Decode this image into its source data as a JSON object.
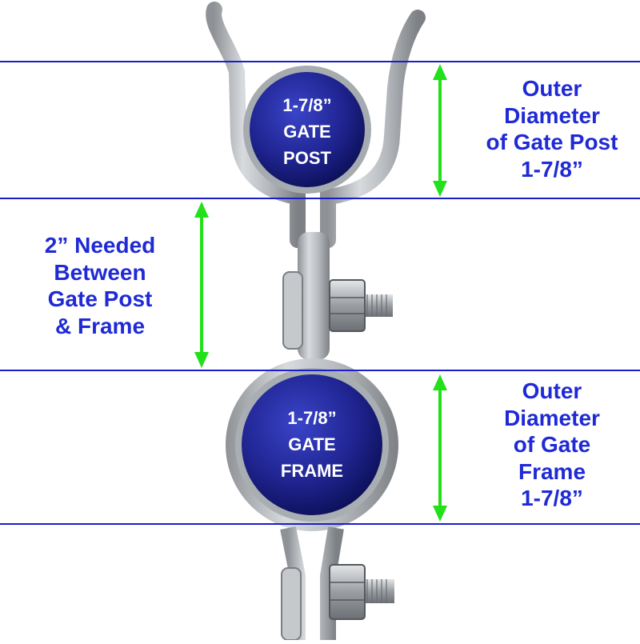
{
  "colors": {
    "guide_line": "#1a1ec8",
    "arrow": "#22e01a",
    "label_text": "#1f2ad6",
    "pipe_blue": "#1f2490",
    "metal": "#b9bdc1"
  },
  "top_right_label": [
    "Outer",
    "Diameter",
    "of Gate Post",
    "1-7/8”"
  ],
  "middle_left_label": [
    "2” Needed",
    "Between",
    "Gate Post",
    "& Frame"
  ],
  "bottom_right_label": [
    "Outer",
    "Diameter",
    "of Gate",
    "Frame",
    "1-7/8”"
  ],
  "post_circle": [
    "1-7/8”",
    "GATE",
    "POST"
  ],
  "frame_circle": [
    "1-7/8”",
    "GATE",
    "FRAME"
  ],
  "icons": [
    "dimension-arrow-icon",
    "bolt-icon",
    "nut-icon"
  ]
}
